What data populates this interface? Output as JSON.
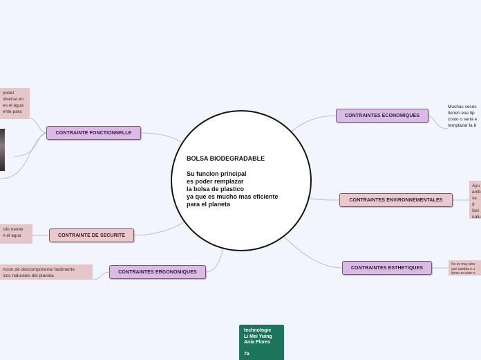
{
  "center": {
    "text": "BOLSA BIODEGRADABLE\n\nSu funcion principal\nes poder remplazar\nla bolsa de plastico\nya que es mucho mas eficiente\npara el planeta"
  },
  "nodes": {
    "fonctionnelle": "CONTRAINTE FONCTIONNELLE",
    "securite": "CONTRAINTE DE SECURITE",
    "ergonomiques": "CONTRAINTES ERGONOMIQUES",
    "economiques": "CONTRAINTES ECONOMIQUES",
    "environnementales": "CONTRAINTES ENVIRONNEMENTALES",
    "esthetiques": "CONTRAINTES ESTHETIQUES"
  },
  "notes": {
    "fonctionnelle": "poder\nolverse en\nes el agua\nente para",
    "securite": "cilo mente\nn el agua",
    "ergonomiques": "ncion de descomponerse facilmente\nicos naturales del planeta",
    "economiques": "Muchas veces\ntienen ese tip\ncosto o seria e\nremplazar la b",
    "environnementales": "Ayu\namb\nse d\nfaci\nnatu\nel a",
    "esthetiques": "No es muy atra\nque cambia s u\ntiene un color n"
  },
  "credit": {
    "text": "technologie\nLi Mei Yuing\nAnia Flores\n\n7a"
  },
  "colors": {
    "background": "#f3f5fd",
    "purple_node": "#dcbae8",
    "pink_node": "#ebc8cc",
    "note": "#e6c7c8",
    "credit": "#1c7559",
    "link": "#b8c0cc"
  }
}
